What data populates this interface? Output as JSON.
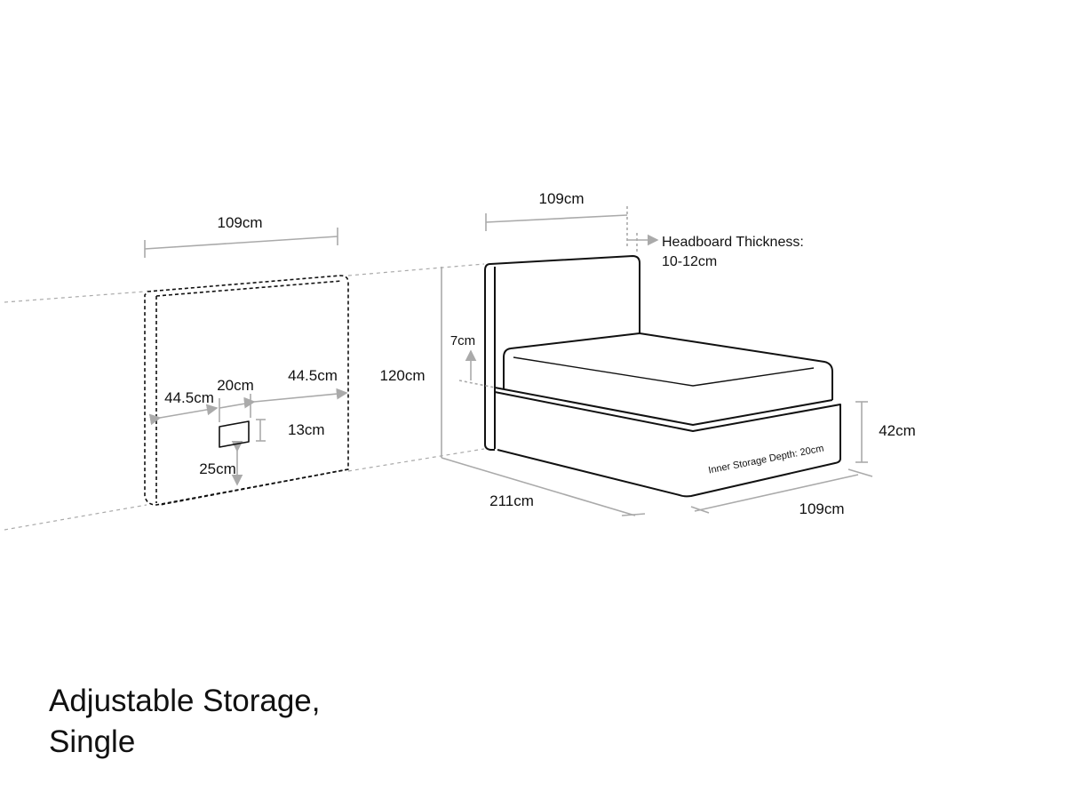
{
  "title_line1": "Adjustable Storage,",
  "title_line2": "Single",
  "wall_headboard": {
    "width": "109cm",
    "left_offset": "44.5cm",
    "socket_width": "20cm",
    "right_offset": "44.5cm",
    "socket_height": "13cm",
    "socket_from_bottom": "25cm"
  },
  "bed": {
    "height": "120cm",
    "headboard_width": "109cm",
    "headboard_thickness_label": "Headboard Thickness:",
    "headboard_thickness_value": "10-12cm",
    "mattress_offset": "7cm",
    "base_height": "42cm",
    "length": "211cm",
    "width": "109cm",
    "inner_storage": "Inner Storage Depth: 20cm"
  },
  "colors": {
    "line": "#111111",
    "dimension": "#aaaaaa"
  }
}
